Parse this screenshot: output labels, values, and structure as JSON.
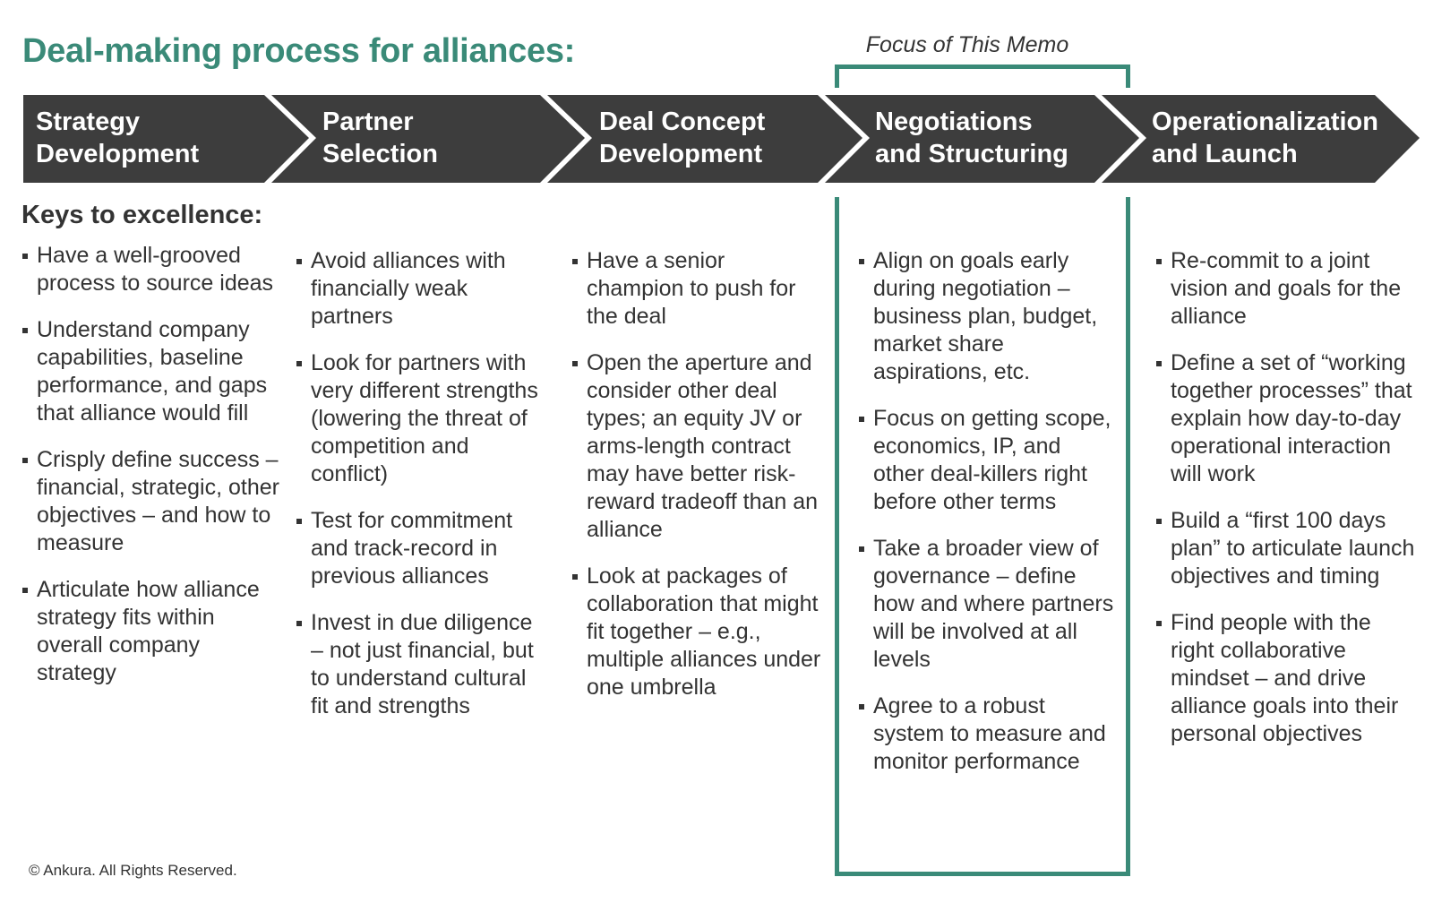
{
  "title": "Deal-making process for alliances:",
  "focus_label": "Focus of This Memo",
  "keys_heading": "Keys to excellence:",
  "steps": [
    {
      "line1": "Strategy",
      "line2": "Development",
      "bullets": [
        "Have a well-grooved process to source ideas",
        "Understand company capabilities, baseline performance, and gaps that alliance would fill",
        "Crisply define success – financial, strategic, other objectives – and how to measure",
        "Articulate how alliance strategy fits within overall company strategy"
      ]
    },
    {
      "line1": "Partner",
      "line2": "Selection",
      "bullets": [
        "Avoid alliances with financially weak partners",
        "Look for partners with very different strengths (lowering the threat of competition and conflict)",
        "Test for commitment and track-record in previous alliances",
        "Invest in due diligence – not just financial, but to understand cultural fit and strengths"
      ]
    },
    {
      "line1": "Deal Concept",
      "line2": "Development",
      "bullets": [
        "Have a senior champion to push for the deal",
        "Open the aperture and consider other deal types; an equity JV or arms-length contract may have better risk-reward tradeoff than an alliance",
        "Look at packages of collaboration that might fit together – e.g., multiple alliances under one umbrella"
      ]
    },
    {
      "line1": "Negotiations",
      "line2": "and Structuring",
      "bullets": [
        "Align on goals early during negotiation – business plan, budget, market share aspirations, etc.",
        "Focus on getting scope, economics, IP, and other deal-killers right before other terms",
        "Take a broader view of governance – define how and where partners will be involved at all levels",
        "Agree to a robust system to measure and monitor performance"
      ]
    },
    {
      "line1": "Operationalization",
      "line2": "and Launch",
      "bullets": [
        "Re-commit to a joint vision and goals for the alliance",
        "Define a set of “working together processes” that explain how day-to-day operational interaction will work",
        "Build a “first 100 days plan” to articulate launch objectives and timing",
        "Find people with the right collaborative mindset – and drive alliance goals into their personal objectives"
      ]
    }
  ],
  "copyright": "© Ankura. All Rights Reserved.",
  "colors": {
    "accent": "#3a8a78",
    "chevron": "#3d3d3d",
    "text": "#333333"
  }
}
